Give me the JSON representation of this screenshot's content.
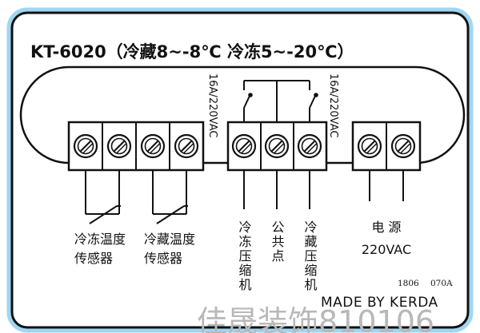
{
  "title": "KT-6020（冷藏8~-8℃ 冷冻5~-20℃）",
  "contact_rating_left": "16A/220VAC",
  "contact_rating_right": "16A/220VAC",
  "labels": {
    "sensor_freezer": [
      "冷冻温度",
      "传感器"
    ],
    "sensor_fridge": [
      "冷藏温度",
      "传感器"
    ],
    "compressor_freezer": "冷冻压缩机",
    "common_point": "公共点",
    "compressor_fridge": "冷藏压缩机",
    "power_line1": "电 源",
    "power_line2": "220VAC"
  },
  "code_left": "1806",
  "code_right": "070A",
  "maker": "MADE  BY KERDA",
  "watermark": "佳晟装饰810106",
  "colors": {
    "line": "#111111",
    "frame": "#111111",
    "outer_glow": "#9fd6f2",
    "watermark": "#b8b8b8"
  }
}
